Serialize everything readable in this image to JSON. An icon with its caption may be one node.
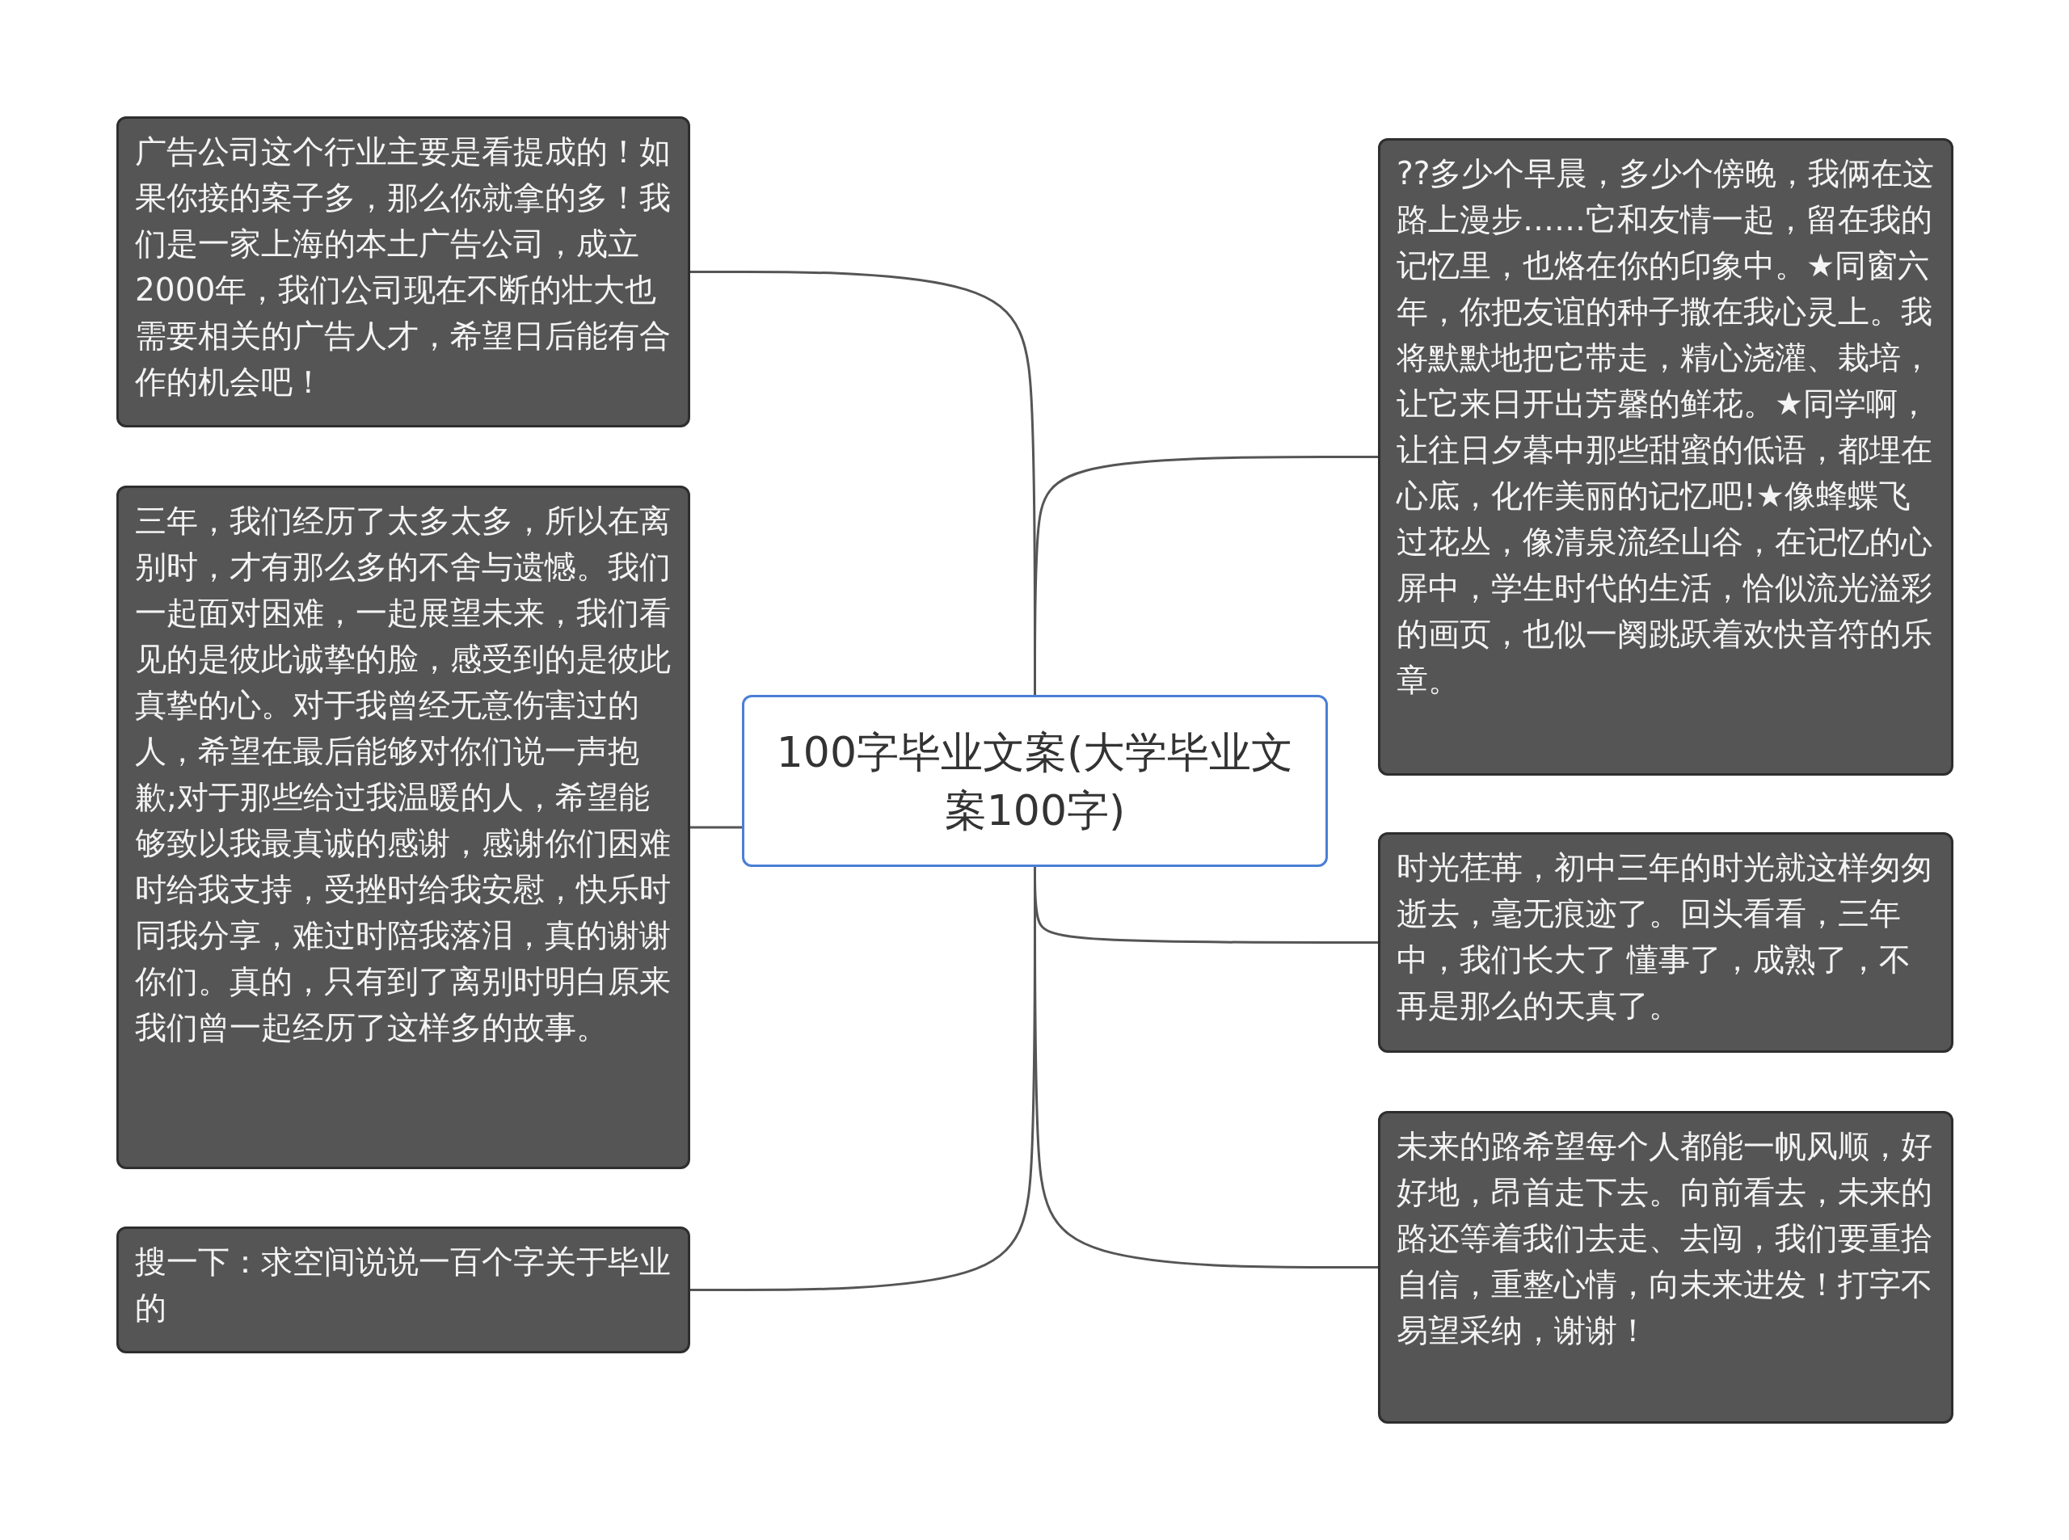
{
  "diagram": {
    "nodes": [
      {
        "text": [
          "100字毕业文案(大学毕业文案100字)"
        ]
      },
      {
        "text": [
          "广告公司这个行业主要是看提成的！如果你接的案子多，那么你就拿的多！我们是一家上海的本土广告公司，成立2000年，我们公司现在不断的壮大也需要相关的广告人才，希望日后能有合作的机会吧！"
        ]
      },
      {
        "text": [
          "三年，我们经历了太多太多，所以在离别时，才有那么多的不舍与遗憾。我们一起面对困难，一起展望未来，我们看见的是彼此诚挚的脸，感受到的是彼此真挚的心。对于我曾经无意伤害过的人，希望在最后能够对你们说一声抱歉;对于那些给过我温暖的人，希望能够致以我最真诚的感谢，感谢你们困难时给我支持，受挫时给我安慰，快乐时同我分享，难过时陪我落泪，真的谢谢你们。真的，只有到了离别时明白原来我们曾一起经历了这样多的故事。"
        ]
      },
      {
        "text": [
          "搜一下：求空间说说一百个字关于毕业的"
        ]
      },
      {
        "text": [
          "??多少个早晨，多少个傍晚，我俩在这路上漫步……它和友情一起，留在我的记忆里，也烙在你的印象中。★同窗六年，你把友谊的种子撒在我心灵上。我将默默地把它带走，精心浇灌、栽培，让它来日开出芳馨的鲜花。★同学啊，让往日夕暮中那些甜蜜的低语，都埋在心底，化作美丽的记忆吧!★像蜂蝶飞过花丛，像清泉流经山谷，在记忆的心屏中，学生时代的生活，恰似流光溢彩的画页，也似一阕跳跃着欢快音符的乐章。"
        ]
      },
      {
        "text": [
          "时光荏苒，初中三年的时光就这样匆匆逝去，毫无痕迹了。回头看看，三年中，我们长大了 懂事了，成熟了，不再是那么的天真了。"
        ]
      },
      {
        "text": [
          "未来的路希望每个人都能一帆风顺，好好地，昂首走下去。向前看去，未来的路还等着我们去走、去闯，我们要重拾自信，重整心情，向未来进发！打字不易望采纳，谢谢！"
        ]
      }
    ],
    "edges": [
      {
        "from": 0,
        "to": 1,
        "arrow": "none"
      },
      {
        "from": 0,
        "to": 2,
        "arrow": "none"
      },
      {
        "from": 0,
        "to": 3,
        "arrow": "none"
      },
      {
        "from": 0,
        "to": 4,
        "arrow": "none"
      },
      {
        "from": 0,
        "to": 5,
        "arrow": "none"
      },
      {
        "from": 0,
        "to": 6,
        "arrow": "none"
      }
    ]
  }
}
